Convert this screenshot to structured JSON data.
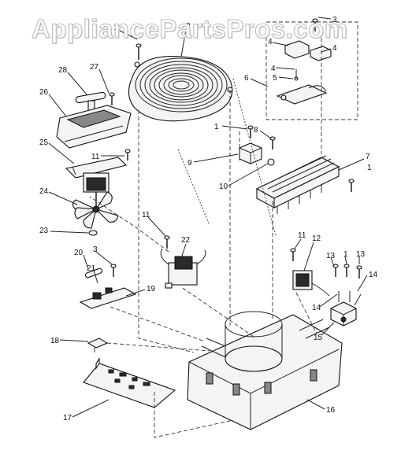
{
  "watermark": "AppliancePartsPros.com",
  "callouts": {
    "c1a": "1",
    "c2": "2",
    "c3a": "3",
    "c4a": "4",
    "c4b": "4",
    "c5": "5",
    "c6": "6",
    "c28": "28",
    "c27": "27",
    "c26": "26",
    "c25": "25",
    "c24": "24",
    "c23": "23",
    "c1b": "1",
    "c8": "8",
    "c9": "9",
    "c10": "10",
    "c7": "7",
    "c1c": "1",
    "c11a": "11",
    "c11b": "11",
    "c22": "22",
    "c11c": "11",
    "c12": "12",
    "c20": "20",
    "c21": "21",
    "c3b": "3",
    "c19": "19",
    "c13a": "13",
    "c1d": "1",
    "c13b": "13",
    "c14a": "14",
    "c14b": "14",
    "c15": "15",
    "c18": "18",
    "c17": "17",
    "c16": "16"
  }
}
